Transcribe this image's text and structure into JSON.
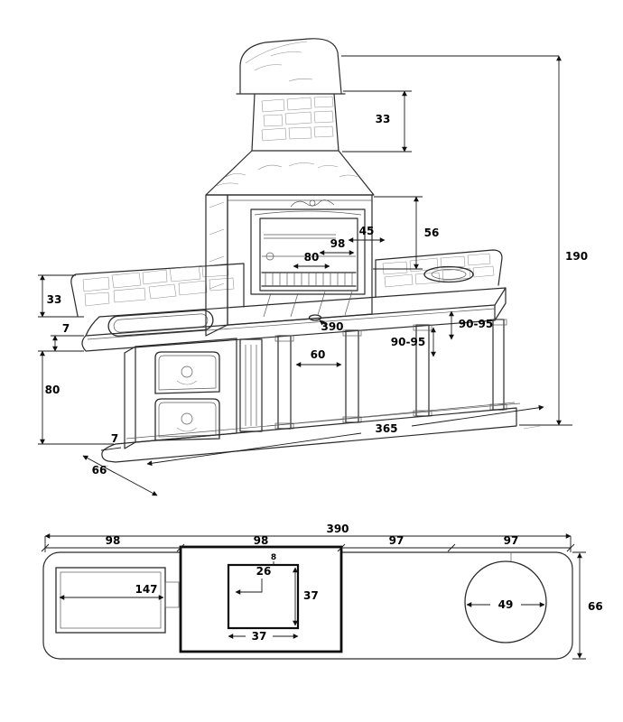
{
  "views": {
    "elevation": {
      "dims": {
        "chimney_33": "33",
        "total_190": "190",
        "hood_56": "56",
        "opening_45": "45",
        "opening_98": "98",
        "opening_80": "80",
        "splash_33": "33",
        "counter_7": "7",
        "cabinet_80": "80",
        "length_390": "390",
        "shelf_60": "60",
        "height_90_95_a": "90-95",
        "height_90_95_b": "90-95",
        "base_365": "365",
        "base_7": "7",
        "depth_66": "66"
      }
    },
    "plan": {
      "dims": {
        "total_390": "390",
        "seg1_98": "98",
        "seg2_98": "98",
        "seg3_97": "97",
        "seg4_97": "97",
        "gap_8": "8",
        "offset_26": "26",
        "side_37": "37",
        "bottom_37": "37",
        "recess_147": "147",
        "burner_49": "49",
        "depth_66": "66"
      }
    }
  }
}
